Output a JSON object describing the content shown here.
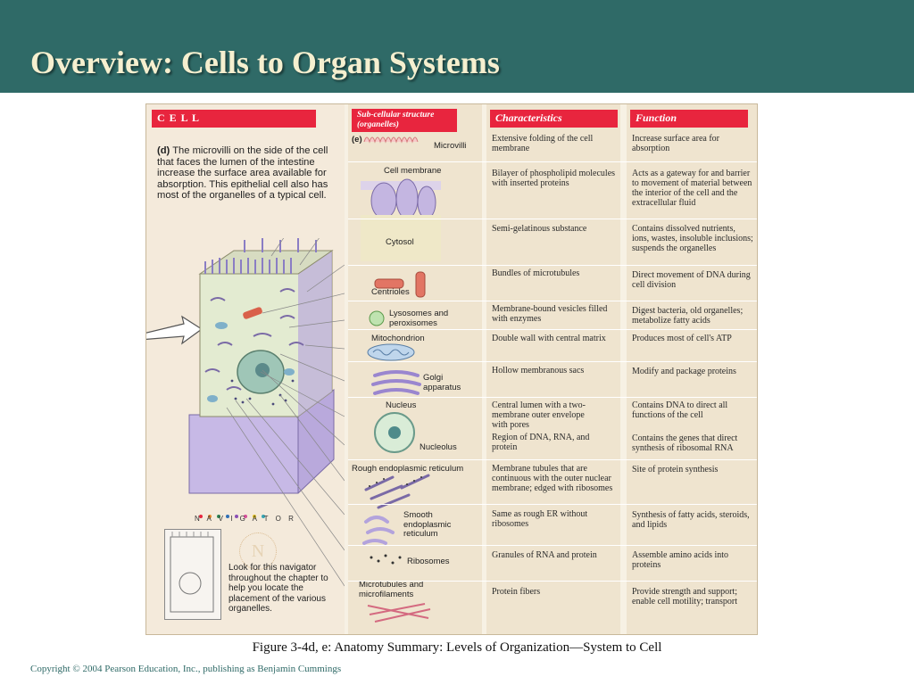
{
  "slide": {
    "title": "Overview: Cells to Organ Systems",
    "caption": "Figure 3-4d, e: Anatomy Summary: Levels of Organization—System to Cell",
    "copyright": "Copyright © 2004 Pearson Education, Inc., publishing as Benjamin Cummings"
  },
  "cell_panel": {
    "header": "C E L L",
    "description_label": "(d)",
    "description": "The microvilli on the side of the cell that faces the lumen of the intestine increase the surface area available for absorption. This epithelial cell also has most of the organelles of a typical cell.",
    "navigator_title": "N A V I G A T O R",
    "navigator_letter": "N",
    "navigator_text": "Look for this navigator throughout the chapter to help you locate the placement of the various organelles."
  },
  "columns": {
    "structure_header": "Sub-cellular structure (organelles)",
    "structure_label": "(e)",
    "characteristics_header": "Characteristics",
    "function_header": "Function"
  },
  "organelles": [
    {
      "name": "Microvilli",
      "characteristics": "Extensive folding of the cell membrane",
      "function": "Increase surface area for absorption"
    },
    {
      "name": "Cell membrane",
      "characteristics": "Bilayer of phospholipid molecules with inserted proteins",
      "function": "Acts as a gateway for and barrier to movement of material between the interior of the cell and the extracellular fluid"
    },
    {
      "name": "Cytosol",
      "characteristics": "Semi-gelatinous substance",
      "function": "Contains dissolved nutrients, ions, wastes, insoluble inclusions; suspends the organelles"
    },
    {
      "name": "Centrioles",
      "characteristics": "Bundles of microtubules",
      "function": "Direct movement of DNA during cell division"
    },
    {
      "name": "Lysosomes and peroxisomes",
      "characteristics": "Membrane-bound vesicles filled with enzymes",
      "function": "Digest bacteria, old organelles; metabolize fatty acids"
    },
    {
      "name": "Mitochondrion",
      "characteristics": "Double wall with central matrix",
      "function": "Produces most of cell's ATP"
    },
    {
      "name": "Golgi apparatus",
      "characteristics": "Hollow membranous sacs",
      "function": "Modify and package proteins"
    },
    {
      "name": "Nucleus",
      "characteristics": "Central lumen with a two-membrane outer envelope with pores",
      "function": "Contains DNA to direct all functions of the cell"
    },
    {
      "name": "Nucleolus",
      "characteristics": "Region of DNA, RNA, and protein",
      "function": "Contains the genes that direct synthesis of ribosomal RNA"
    },
    {
      "name": "Rough endoplasmic reticulum",
      "characteristics": "Membrane tubules that are continuous with the outer nuclear membrane; edged with ribosomes",
      "function": "Site of protein synthesis"
    },
    {
      "name": "Smooth endoplasmic reticulum",
      "characteristics": "Same as rough ER without ribosomes",
      "function": "Synthesis of fatty acids, steroids, and lipids"
    },
    {
      "name": "Ribosomes",
      "characteristics": "Granules of RNA and protein",
      "function": "Assemble amino acids into proteins"
    },
    {
      "name": "Microtubules and microfilaments",
      "characteristics": "Protein fibers",
      "function": "Provide strength and support; enable cell motility; transport"
    }
  ],
  "colors": {
    "title_bar": "#2f6a67",
    "title_text": "#f5efcf",
    "header_red": "#e8253e",
    "cell_purple": "#b9a9dc",
    "panel_beige": "#efe4cf"
  }
}
